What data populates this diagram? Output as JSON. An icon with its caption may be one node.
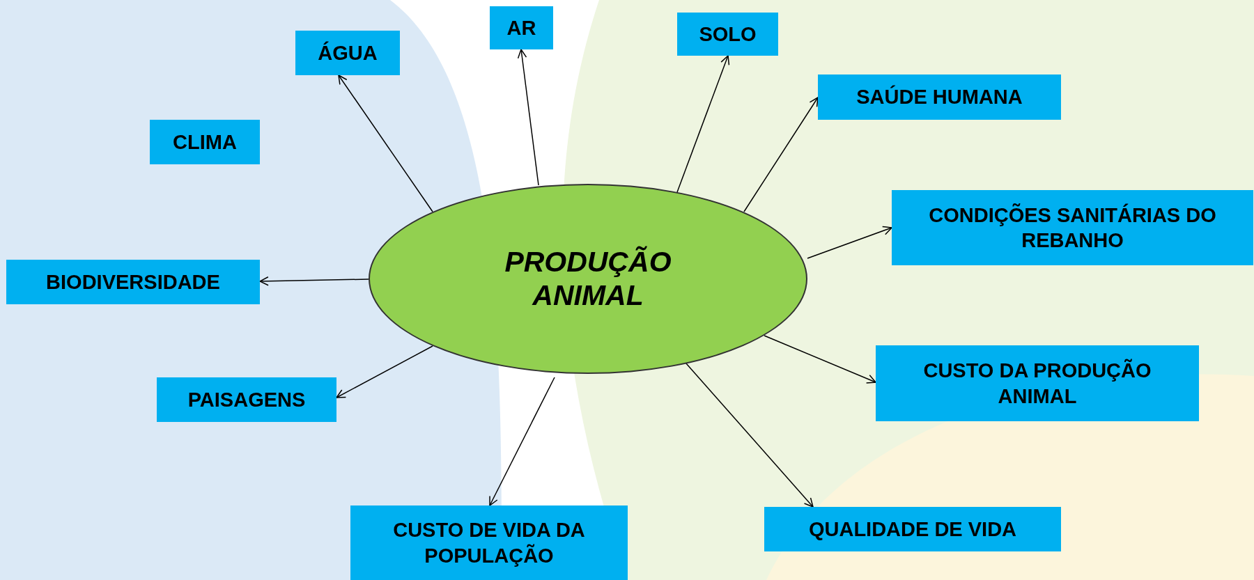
{
  "diagram": {
    "nodes": [
      {
        "text": [
          "PRODUÇÃO ANIMAL"
        ]
      },
      {
        "text": [
          "AR"
        ]
      },
      {
        "text": [
          "SOLO"
        ]
      },
      {
        "text": [
          "ÁGUA"
        ]
      },
      {
        "text": [
          "SAÚDE HUMANA"
        ]
      },
      {
        "text": [
          "CLIMA"
        ]
      },
      {
        "text": [
          "CONDIÇÕES SANITÁRIAS DO REBANHO"
        ]
      },
      {
        "text": [
          "BIODIVERSIDADE"
        ]
      },
      {
        "text": [
          "CUSTO DA PRODUÇÃO ANIMAL"
        ]
      },
      {
        "text": [
          "PAISAGENS"
        ]
      },
      {
        "text": [
          "QUALIDADE DE VIDA"
        ]
      },
      {
        "text": [
          "CUSTO DE VIDA DA POPULAÇÃO"
        ]
      }
    ],
    "edges": [
      {
        "from": 0,
        "to": 3,
        "arrow": "to"
      },
      {
        "from": 0,
        "to": 1,
        "arrow": "to"
      },
      {
        "from": 0,
        "to": 2,
        "arrow": "to"
      },
      {
        "from": 0,
        "to": 4,
        "arrow": "to"
      },
      {
        "from": 0,
        "to": 6,
        "arrow": "to"
      },
      {
        "from": 0,
        "to": 7,
        "arrow": "to"
      },
      {
        "from": 0,
        "to": 9,
        "arrow": "to"
      },
      {
        "from": 0,
        "to": 8,
        "arrow": "to"
      },
      {
        "from": 0,
        "to": 10,
        "arrow": "to"
      },
      {
        "from": 0,
        "to": 11,
        "arrow": "to"
      }
    ]
  }
}
